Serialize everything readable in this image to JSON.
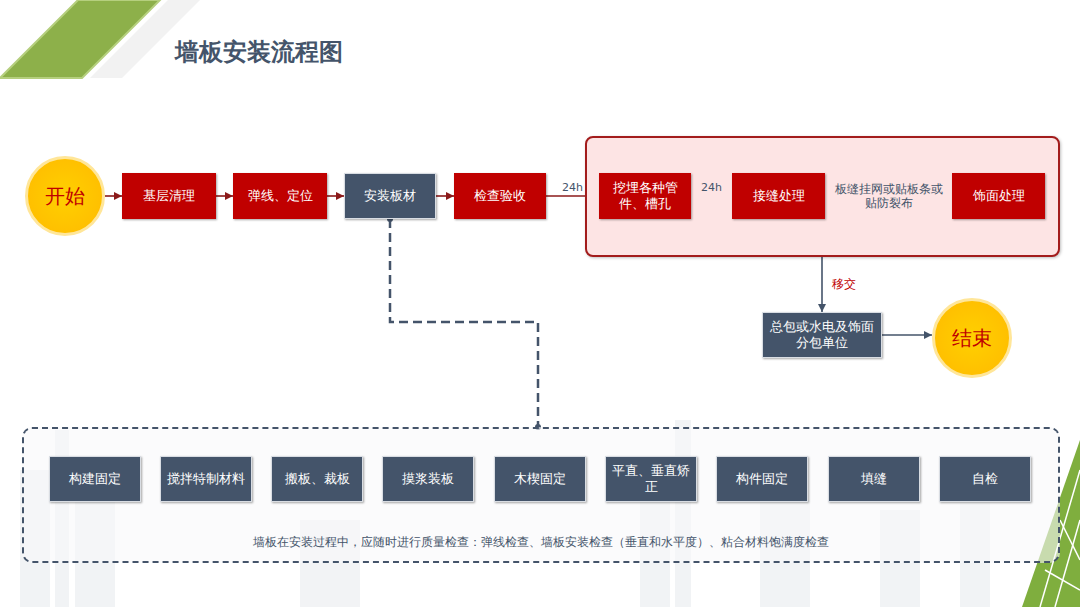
{
  "diagram": {
    "title": "墙板安装流程图",
    "nodes": [
      {
        "text": [
          "开始"
        ]
      },
      {
        "text": [
          "基层清理"
        ]
      },
      {
        "text": [
          "弹线、定位"
        ]
      },
      {
        "text": [
          "安装板材"
        ]
      },
      {
        "text": [
          "检查验收"
        ]
      },
      {
        "text": []
      },
      {
        "text": [
          "挖埋各种管件、槽孔"
        ],
        "in": 5
      },
      {
        "text": [
          "接缝处理"
        ],
        "in": 5
      },
      {
        "text": [
          "饰面处理"
        ],
        "in": 5
      },
      {
        "text": [
          "总包或水电及饰面分包单位"
        ]
      },
      {
        "text": [
          "结束"
        ]
      },
      {
        "text": [
          "墙板在安装过程中，应随时进行质量检查：弹线检查、墙板安装检查（垂直和水平度）、粘合材料饱满度检查"
        ]
      },
      {
        "text": [
          "构建固定"
        ],
        "in": 11
      },
      {
        "text": [
          "搅拌特制材料"
        ],
        "in": 11
      },
      {
        "text": [
          "搬板、裁板"
        ],
        "in": 11
      },
      {
        "text": [
          "摸浆装板"
        ],
        "in": 11
      },
      {
        "text": [
          "木楔固定"
        ],
        "in": 11
      },
      {
        "text": [
          "平直、垂直矫正"
        ],
        "in": 11
      },
      {
        "text": [
          "构件固定"
        ],
        "in": 11
      },
      {
        "text": [
          "填缝"
        ],
        "in": 11
      },
      {
        "text": [
          "自检"
        ],
        "in": 11
      }
    ],
    "edges": [
      {
        "from": 0,
        "to": 1,
        "arrow": "to"
      },
      {
        "from": 1,
        "to": 2,
        "arrow": "to"
      },
      {
        "from": 2,
        "to": 3,
        "arrow": "to"
      },
      {
        "from": 3,
        "to": 4,
        "arrow": "to"
      },
      {
        "from": 4,
        "to": 6,
        "label": "24h",
        "arrow": "to"
      },
      {
        "from": 6,
        "to": 7,
        "label": "24h",
        "arrow": "to"
      },
      {
        "from": 7,
        "to": 8,
        "label": "板缝挂网或贴板条或贴防裂布",
        "arrow": "to"
      },
      {
        "from": 5,
        "to": 9,
        "label": "移交",
        "arrow": "to"
      },
      {
        "from": 9,
        "to": 10,
        "arrow": "to"
      },
      {
        "from": 3,
        "to": 11,
        "arrow": "none"
      }
    ]
  }
}
